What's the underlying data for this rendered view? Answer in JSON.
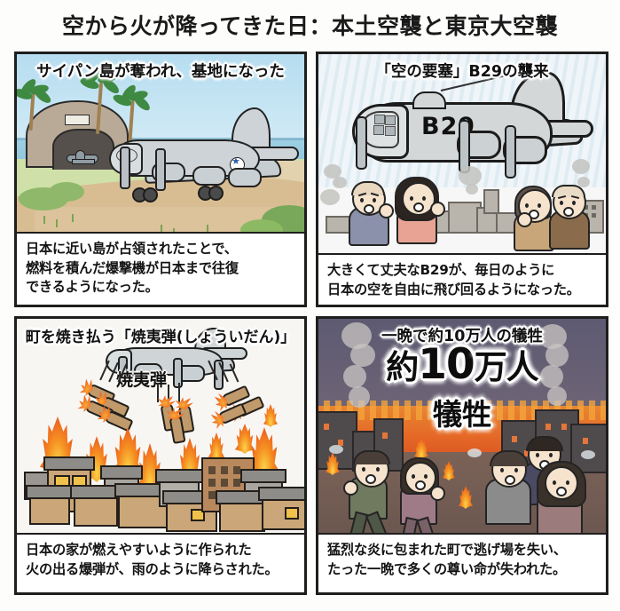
{
  "page": {
    "title": "空から火が降ってきた日：本土空襲と東京大空襲"
  },
  "panels": [
    {
      "id": "saipan-base",
      "heading": "サイパン島が奪われ、基地になった",
      "caption_lines": [
        "日本に近い島が占領されたことで、",
        "燃料を積んだ爆撃機が日本まで往復",
        "できるようになった。"
      ],
      "illustration": "island-airbase-with-b29-bomber-hangar-palm-trees-ocean",
      "sky_color": "#bfe2f2"
    },
    {
      "id": "b29-raid",
      "heading": "「空の要塞」B29の襲来",
      "plane_label": "B29",
      "caption_lines": [
        "大きくて丈夫なB29が、毎日のように",
        "日本の空を自由に飛び回るようになった。"
      ],
      "illustration": "giant-b29-bomber-over-worried-civilians-and-smoking-city"
    },
    {
      "id": "incendiary-bombs",
      "heading": "町を焼き払う「焼夷弾(しょういだん)」",
      "bomb_label": "焼夷弾",
      "caption_lines": [
        "日本の家が燃えやすいように作られた",
        "火の出る爆弾が、雨のように降らされた。"
      ],
      "illustration": "bomber-dropping-incendiary-bombs-on-burning-wooden-town"
    },
    {
      "id": "casualties",
      "heading": "一晩で約10万人の犠牲",
      "overlay_line1_pre": "約",
      "overlay_line1_big": "10",
      "overlay_line1_post": "万人",
      "overlay_line2": "犠牲",
      "caption_lines": [
        "猛烈な炎に包まれた町で逃げ場を失い、",
        "たった一晩で多くの尊い命が失われた。"
      ],
      "illustration": "burning-ruined-city-with-fleeing-people-dark-sky"
    }
  ],
  "colors": {
    "panel_border": "#1e1e1e",
    "text": "#141414",
    "background": "#fdfdfb",
    "sky_blue": "#bfe2f2",
    "fire_orange": "#ef6a22",
    "ruin_sky": "#5d5a72"
  }
}
